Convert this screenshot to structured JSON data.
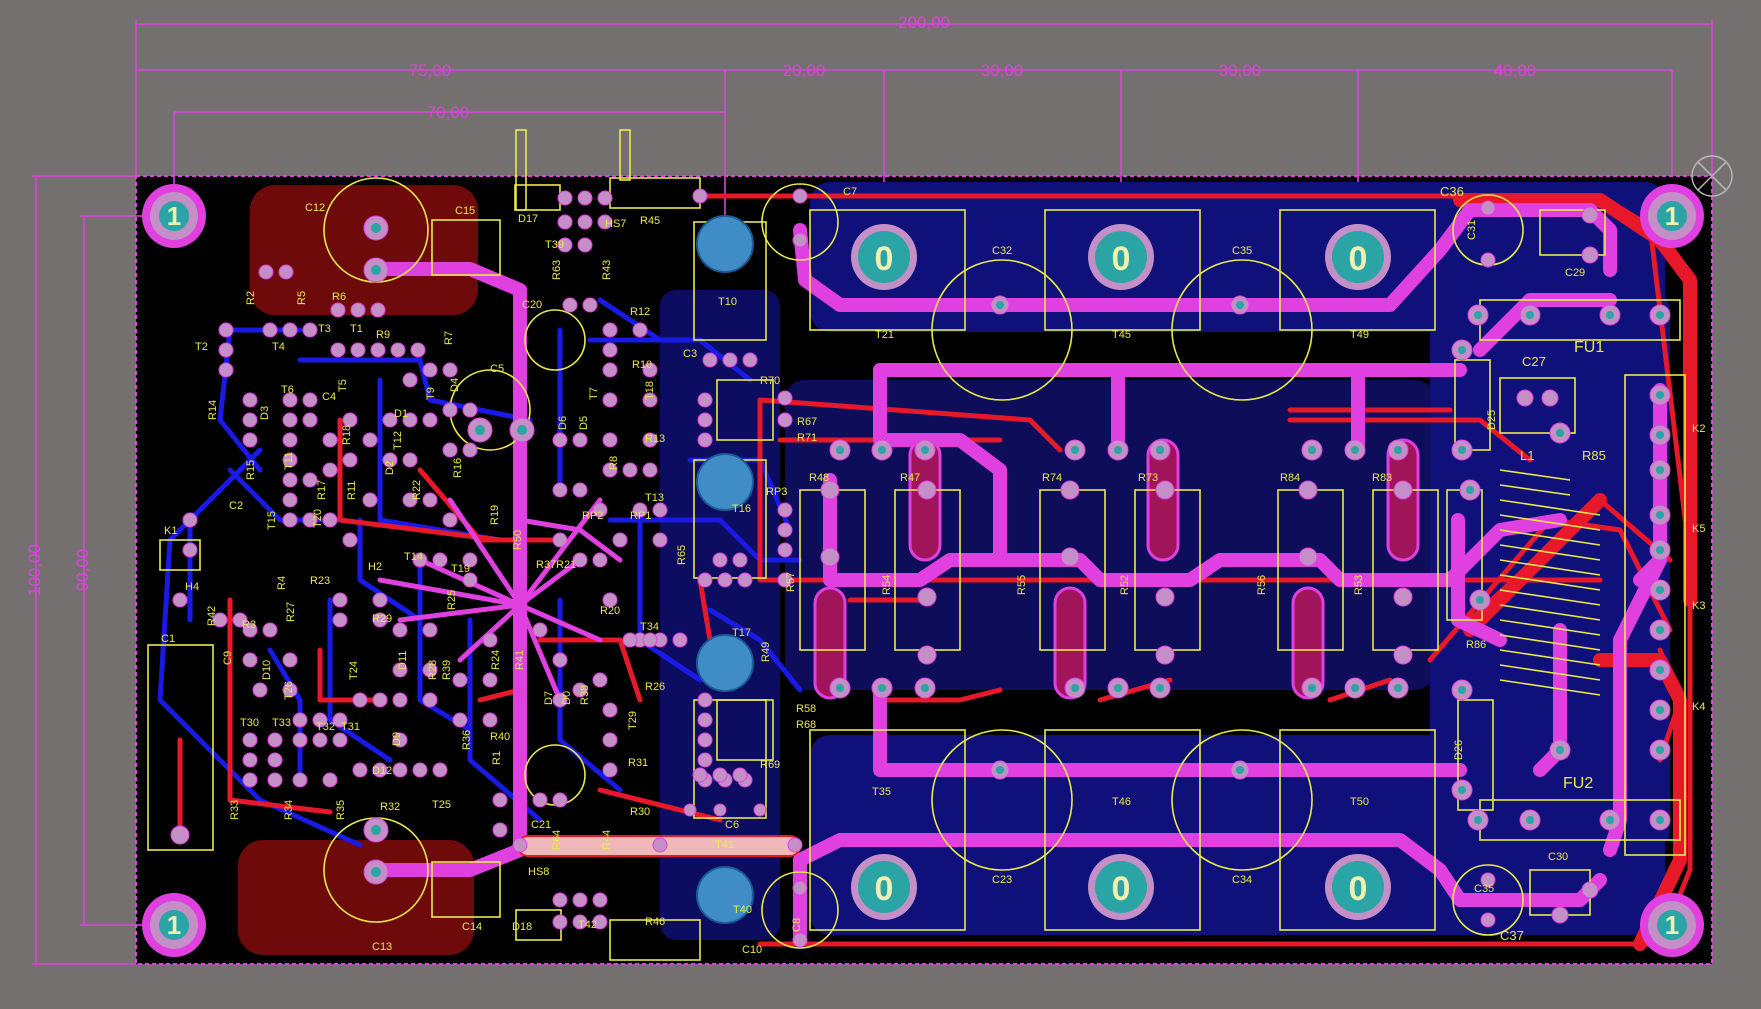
{
  "colors": {
    "background": "#747070",
    "board": "#000000",
    "top_copper": "#e8182b",
    "bottom_copper": "#1a1ae6",
    "top_overlay": "#e9e94a",
    "pad": "#c48ec6",
    "pad_hole": "#2aa4a4",
    "dimension": "#e040e0",
    "keepout_pour_top": "#6e0a0a",
    "keepout_pour_bottom": "#10107a"
  },
  "dimensions": {
    "total_width": "200,00",
    "left_section": "75,00",
    "inner_left": "70,00",
    "d2": "20,00",
    "d3": "30,00",
    "d4": "30,00",
    "d5": "40,00",
    "height_outer": "100,00",
    "height_inner": "90,00"
  },
  "mounting_hole_label": "1",
  "screw_label": "0",
  "components": {
    "top_left": [
      "C12",
      "C15",
      "D17",
      "HS7",
      "R45",
      "T39",
      "R63",
      "R43",
      "C20",
      "C5",
      "R2",
      "R5",
      "R6",
      "T2",
      "T4",
      "T3",
      "T1",
      "R9",
      "R7",
      "T5",
      "T6",
      "C4",
      "D3",
      "R14",
      "R15",
      "T11",
      "R17",
      "T20",
      "R18",
      "T7",
      "R8",
      "D6",
      "D5",
      "R12",
      "R10",
      "C3",
      "T18",
      "R13",
      "T13",
      "D4",
      "R16",
      "D1",
      "T12",
      "T9",
      "D2",
      "R22",
      "R11",
      "C2",
      "K1",
      "T15",
      "R19",
      "R50",
      "T14",
      "T19",
      "R37",
      "R21",
      "RP2",
      "RP1",
      "R65",
      "H4",
      "H2",
      "R23",
      "R4",
      "R3",
      "R27",
      "R29",
      "C9",
      "C1",
      "R42",
      "R20",
      "T34",
      "T24",
      "D11",
      "R28",
      "R39",
      "R24",
      "R41",
      "D7",
      "D0",
      "R38",
      "T29",
      "R26",
      "T26",
      "D10",
      "T30",
      "T33",
      "T32",
      "T31",
      "D9",
      "R36",
      "R40",
      "R31",
      "D12",
      "R32",
      "T25",
      "R30",
      "C21",
      "T41",
      "C6",
      "R33",
      "R34",
      "R35",
      "R64",
      "R44",
      "HS8",
      "T42",
      "D18",
      "R46",
      "C14",
      "C13",
      "T10",
      "T16",
      "T17",
      "T40",
      "R70",
      "R67",
      "R71",
      "RP3",
      "R57",
      "R58",
      "R68",
      "R69",
      "R49",
      "R25",
      "R1"
    ],
    "power": [
      "C7",
      "T21",
      "C32",
      "T45",
      "C35",
      "T49",
      "C36",
      "C31",
      "C29",
      "C27",
      "FU1",
      "D25",
      "L1",
      "R85",
      "K2",
      "K5",
      "K3",
      "K4",
      "R86",
      "D26",
      "FU2",
      "C30",
      "C37",
      "C35b",
      "T35",
      "C23",
      "T46",
      "C34",
      "T50",
      "C10",
      "C8",
      "R48",
      "R47",
      "R74",
      "R73",
      "R84",
      "R83",
      "R54",
      "R55",
      "R52",
      "R56",
      "R53"
    ]
  }
}
